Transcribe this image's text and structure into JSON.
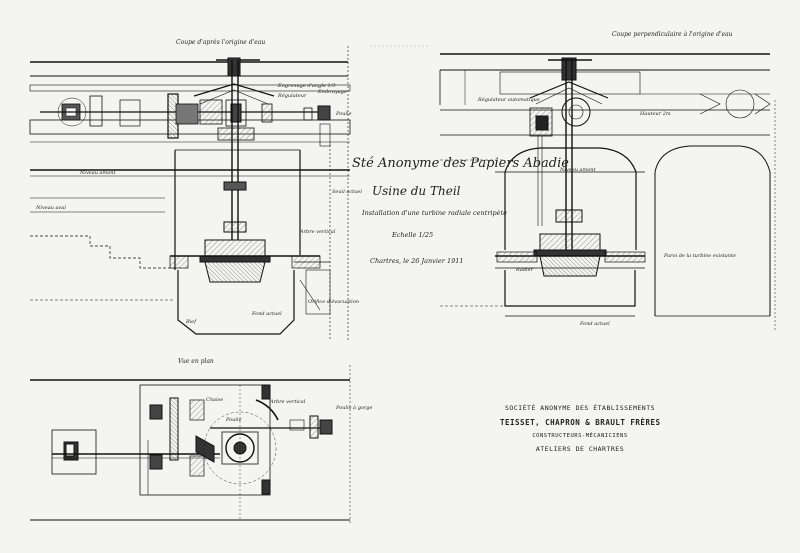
{
  "title": {
    "line1": "Sté Anonyme des Papiers Abadie",
    "line2": "Usine du Theil",
    "line3": "Installation d'une turbine radiale centripète",
    "scale": "Echelle 1/25",
    "date": "Chartres, le 26 Janvier 1911"
  },
  "sections": {
    "left_top": "Coupe d'après l'origine d'eau",
    "right_top": "Coupe perpendiculaire à l'origine d'eau",
    "plan": "Vue en plan"
  },
  "labels": {
    "engrenage": "Engrenage d'angle 1/3",
    "regulateur": "Régulateur",
    "embrayage": "Embrayage",
    "poulie": "Poulie",
    "niveau_amont": "Niveau amont",
    "niveau_aval": "Niveau aval",
    "arbre_vertical": "Arbre vertical",
    "fond_actuel": "Fond actuel",
    "bief": "Bief",
    "seuil_actuel": "Seuil actuel",
    "orifice_evacuation": "Orifice d'évacuation",
    "paroi_turbine": "Paroi de la turbine existante",
    "niveau_amont_right": "Niveau amont",
    "fond_actuel_right": "Fond actuel",
    "chaise": "Chaise",
    "poulie_plan": "Poulie",
    "arbre_plan": "Arbre vertical",
    "poulie_a_gorge": "Poulie à gorge",
    "radier": "Radier",
    "regulateur_right": "Régulateur automatique",
    "hauteur": "Hauteur 2m"
  },
  "stamp": {
    "line1": "SOCIÉTÉ ANONYME DES ÉTABLISSEMENTS",
    "line2": "TEISSET, CHAPRON & BRAULT FRÈRES",
    "line3": "CONSTRUCTEURS-MÉCANICIENS",
    "line4": "ATELIERS DE CHARTRES"
  }
}
